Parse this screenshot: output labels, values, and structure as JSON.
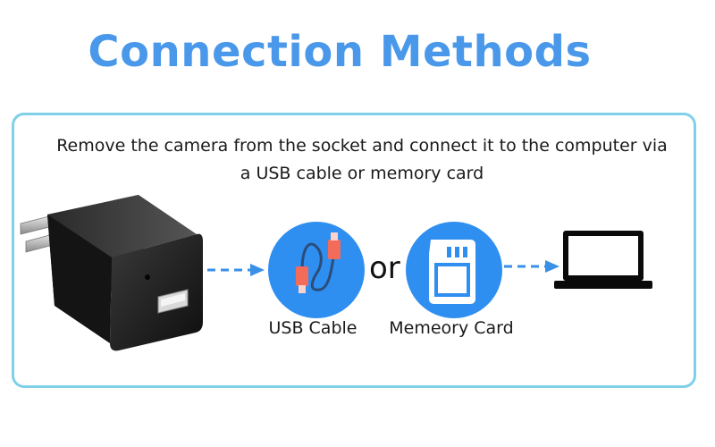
{
  "title": "Connection Methods",
  "instruction_line1": "Remove the camera from the socket and connect it to the computer via",
  "instruction_line2": "a USB cable or memory card",
  "usb_label": "USB Cable",
  "or_label": "or",
  "card_label": "Memeory Card",
  "icons": {
    "charger": "usb-wall-charger-icon",
    "usb": "usb-cable-icon",
    "card": "memory-card-icon",
    "laptop": "laptop-icon",
    "arrow": "dashed-arrow-icon"
  },
  "colors": {
    "title": "#4a98ea",
    "border": "#7fd0e8",
    "circle": "#2f8ff0",
    "cable": "#f36b5a",
    "arrow": "#3a8fe6"
  }
}
